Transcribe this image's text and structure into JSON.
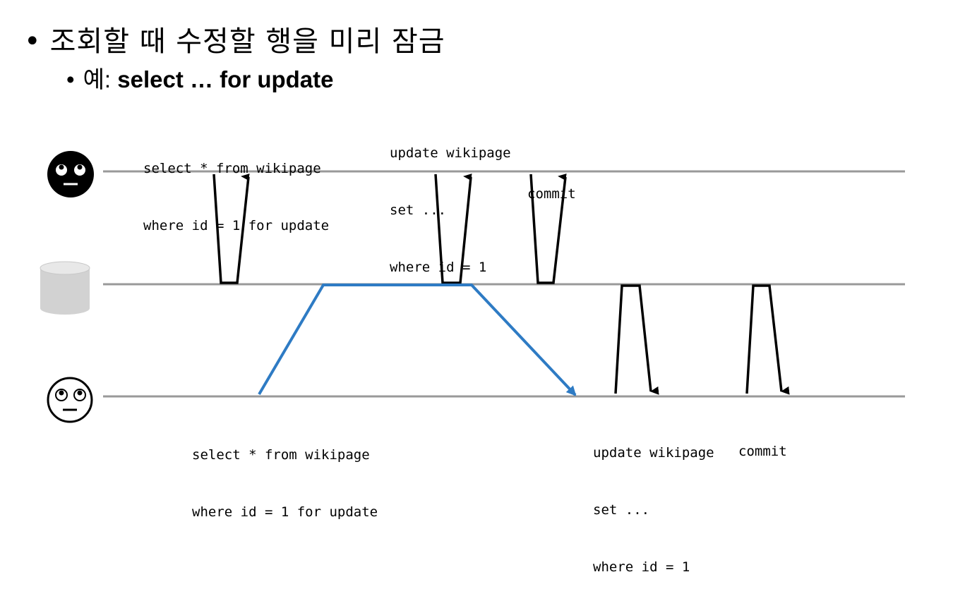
{
  "heading": {
    "bullet_char": "•",
    "main_text": "조회할 때 수정할 행을 미리 잠금",
    "sub_bullet_char": "•",
    "sub_prefix": "예:",
    "sub_code": "select … for update"
  },
  "tx1": {
    "select_lines": [
      "select * from wikipage",
      "where id = 1 for update"
    ],
    "update_lines": [
      "update wikipage",
      "set ...",
      "where id = 1"
    ],
    "commit_label": "commit"
  },
  "tx2": {
    "select_lines": [
      "select * from wikipage",
      "where id = 1 for update"
    ],
    "update_lines": [
      "update wikipage",
      "set ...",
      "where id = 1"
    ],
    "commit_label": "commit"
  },
  "icons": {
    "user1": "eye-roll-face-dark-icon",
    "database": "database-cylinder-icon",
    "user2": "eye-roll-face-light-icon"
  },
  "colors": {
    "timeline": "#999999",
    "arrow": "#000000",
    "lock_wait": "#2e7bc4",
    "db_fill": "#d6d6d6"
  }
}
